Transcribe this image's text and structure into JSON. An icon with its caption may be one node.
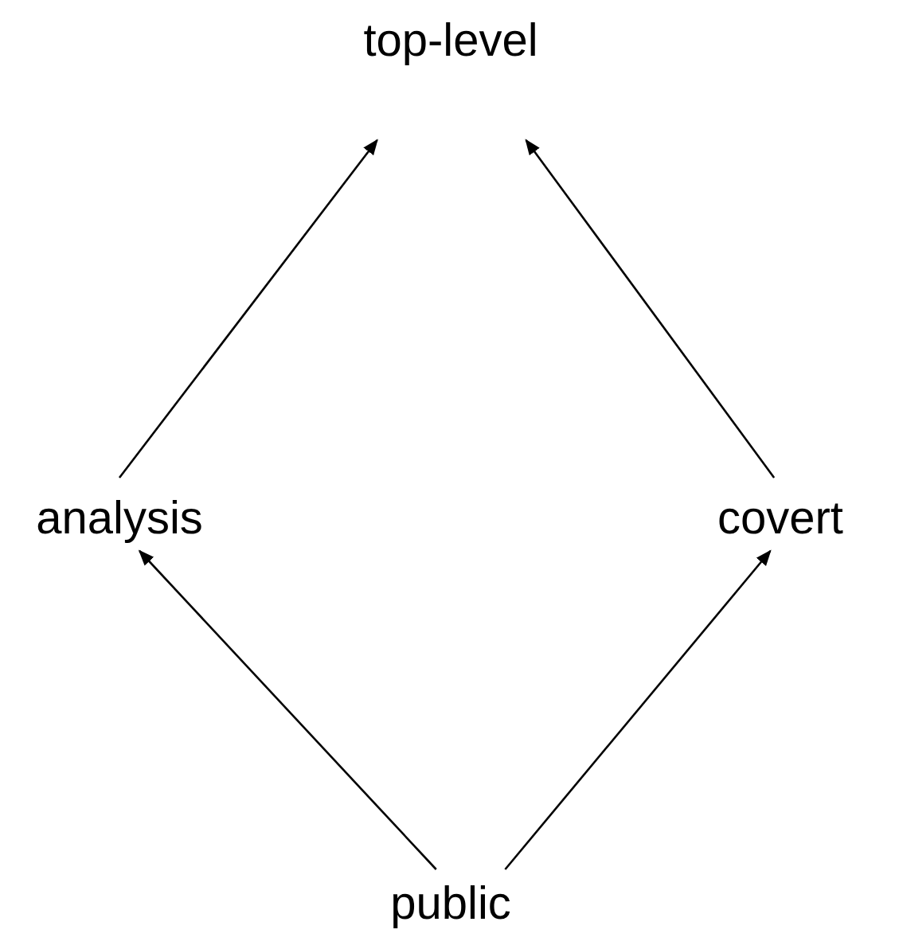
{
  "diagram": {
    "nodes": [
      {
        "text": [
          "top-level"
        ]
      },
      {
        "text": [
          "analysis"
        ]
      },
      {
        "text": [
          "covert"
        ]
      },
      {
        "text": [
          "public"
        ]
      }
    ],
    "edges": [
      {
        "from": 1,
        "to": 0,
        "arrow": "to"
      },
      {
        "from": 2,
        "to": 0,
        "arrow": "to"
      },
      {
        "from": 3,
        "to": 1,
        "arrow": "to"
      },
      {
        "from": 3,
        "to": 2,
        "arrow": "to"
      }
    ]
  }
}
